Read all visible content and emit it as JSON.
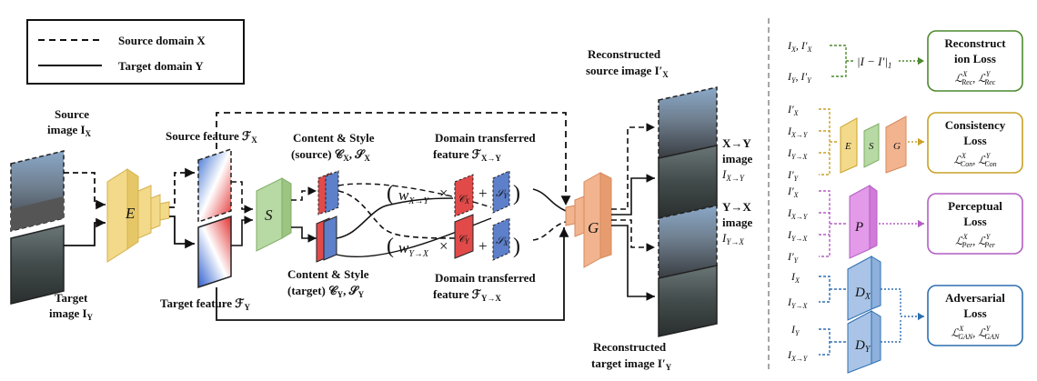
{
  "legend": {
    "source_label": "Source domain X",
    "target_label": "Target domain Y"
  },
  "inputs": {
    "source_l1": "Source",
    "source_l2": "image I",
    "source_sub": "X",
    "target_l1": "Target",
    "target_l2": "image I",
    "target_sub": "Y"
  },
  "modules": {
    "encoder": "E",
    "style": "S",
    "generator": "G",
    "perceptual": "P",
    "disc_x": "D",
    "disc_x_sub": "X",
    "disc_y": "D",
    "disc_y_sub": "Y"
  },
  "features": {
    "source_feature": "Source feature ℱ",
    "source_feature_sub": "X",
    "target_feature": "Target feature ℱ",
    "target_feature_sub": "Y"
  },
  "content_style": {
    "source_l1": "Content & Style",
    "source_l2": "(source) 𝒞",
    "source_l2_b": "X",
    "source_l2_c": ", 𝒮",
    "source_l2_d": "X",
    "target_l1": "Content & Style",
    "target_l2": "(target) 𝒞",
    "target_l2_b": "Y",
    "target_l2_c": ", 𝒮",
    "target_l2_d": "Y"
  },
  "transfer": {
    "top_l1": "Domain transferred",
    "top_l2": "feature ℱ",
    "top_sub": "X→Y",
    "bottom_l1": "Domain transferred",
    "bottom_l2": "feature ℱ",
    "bottom_sub": "Y→X",
    "w_top": "w",
    "w_top_sub": "X→Y",
    "w_bottom": "w",
    "w_bottom_sub": "Y→X",
    "times": "×",
    "plus": "+"
  },
  "outputs": {
    "recon_src_l1": "Reconstructed",
    "recon_src_l2": "source image I′",
    "recon_src_sub": "X",
    "recon_tgt_l1": "Reconstructed",
    "recon_tgt_l2": "target image I′",
    "recon_tgt_sub": "Y",
    "xy_l1": "X→Y",
    "xy_l2": "image",
    "xy_l3": "I",
    "xy_sub": "X→Y",
    "yx_l1": "Y→X",
    "yx_l2": "image",
    "yx_l3": "I",
    "yx_sub": "Y→X"
  },
  "losses": {
    "recon_in1": "I",
    "recon_in1_sub": "X",
    "recon_in1_b": ", I′",
    "recon_in1_sub2": "X",
    "recon_in2": "I",
    "recon_in2_sub": "Y",
    "recon_in2_b": ", I′",
    "recon_in2_sub2": "Y",
    "recon_formula": "|I − I′|",
    "recon_formula_sub": "1",
    "recon_title_l1": "Reconstruct",
    "recon_title_l2": "ion Loss",
    "recon_terms": "ℒ",
    "recon_terms_sub": "Rec",
    "cons_inputs": [
      "I′",
      "I",
      "I",
      "I′"
    ],
    "cons_subs": [
      "X",
      "X→Y",
      "Y→X",
      "Y"
    ],
    "cons_E": "E",
    "cons_S": "S",
    "cons_G": "G",
    "cons_title_l1": "Consistency",
    "cons_title_l2": "Loss",
    "cons_terms": "ℒ",
    "cons_terms_sub": "Con",
    "per_inputs": [
      "I′",
      "I",
      "I",
      "I′"
    ],
    "per_subs": [
      "X",
      "X→Y",
      "Y→X",
      "Y"
    ],
    "per_title_l1": "Perceptual",
    "per_title_l2": "Loss",
    "per_terms": "ℒ",
    "per_terms_sub": "Per",
    "adv_inputs": [
      "I",
      "I",
      "I",
      "I"
    ],
    "adv_subs": [
      "X",
      "Y→X",
      "Y",
      "X→Y"
    ],
    "adv_title_l1": "Adversarial",
    "adv_title_l2": "Loss",
    "adv_terms": "ℒ",
    "adv_terms_sub": "GAN",
    "sup_x": "X",
    "sup_y": "Y",
    "comma": ", "
  },
  "colors": {
    "recon_green": "#4c8a2e",
    "cons_gold": "#c9a227",
    "per_purple": "#b35fc4",
    "adv_blue": "#2e6fb0",
    "encoder_yellow": "#f3d98a",
    "style_green": "#b7d9a3",
    "gen_orange": "#f2b48f",
    "disc_blue": "#a9c4e6",
    "perc_purple": "#e39ae8"
  }
}
